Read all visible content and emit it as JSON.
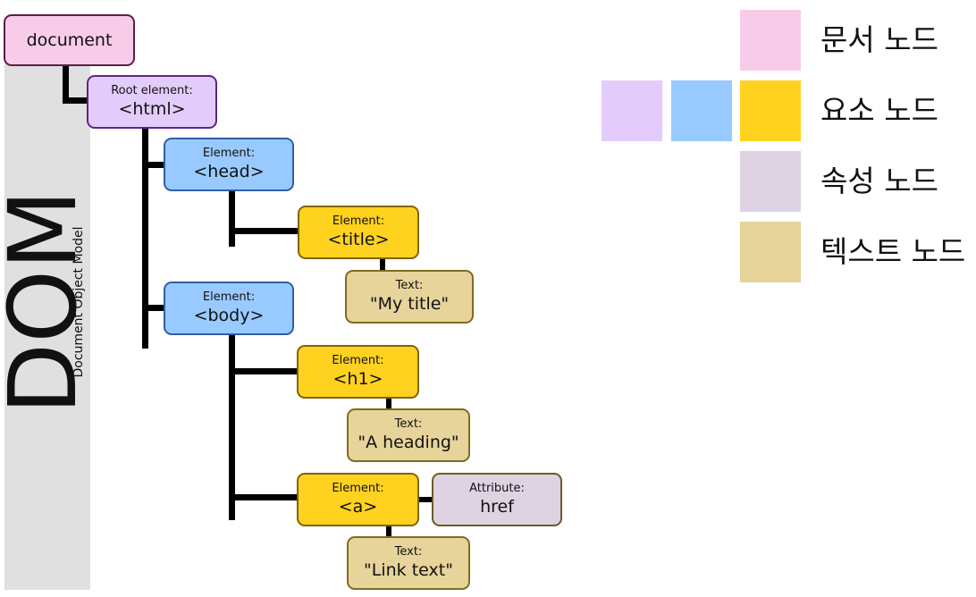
{
  "sidebar": {
    "title": "DOM",
    "subtitle": "Document Object Model"
  },
  "tree": {
    "document": {
      "label": "document"
    },
    "html": {
      "type": "Root element:",
      "tag": "<html>"
    },
    "head": {
      "type": "Element:",
      "tag": "<head>"
    },
    "title": {
      "type": "Element:",
      "tag": "<title>"
    },
    "title_text": {
      "type": "Text:",
      "value": "\"My title\""
    },
    "body": {
      "type": "Element:",
      "tag": "<body>"
    },
    "h1": {
      "type": "Element:",
      "tag": "<h1>"
    },
    "h1_text": {
      "type": "Text:",
      "value": "\"A heading\""
    },
    "a": {
      "type": "Element:",
      "tag": "<a>"
    },
    "a_attr": {
      "type": "Attribute:",
      "value": "href"
    },
    "a_text": {
      "type": "Text:",
      "value": "\"Link text\""
    }
  },
  "legend": [
    {
      "label": "문서 노드",
      "color": "#f8cce8"
    },
    {
      "label": "요소 노드",
      "colors": [
        "#e3ccfb",
        "#99caff",
        "#ffd21f"
      ]
    },
    {
      "label": "속성 노드",
      "color": "#ddd3e2"
    },
    {
      "label": "텍스트 노드",
      "color": "#e7d49a"
    }
  ]
}
